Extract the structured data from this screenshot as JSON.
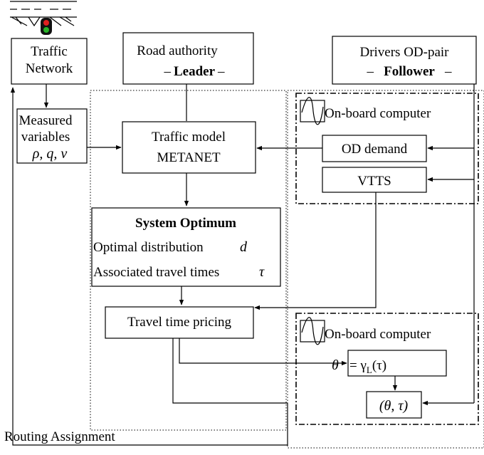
{
  "traffic_network": {
    "line1": "Traffic",
    "line2": "Network"
  },
  "road_authority": {
    "line1": "Road authority",
    "dash": "–",
    "role": "Leader"
  },
  "drivers": {
    "line1": "Drivers OD-pair",
    "dash": "–",
    "role": "Follower"
  },
  "measured": {
    "line1": "Measured",
    "line2": "variables",
    "vars": "ρ, q, v"
  },
  "traffic_model": {
    "line1": "Traffic model",
    "line2": "METANET"
  },
  "onboard_top": {
    "label": "On-board computer"
  },
  "od_demand": {
    "label": "OD demand"
  },
  "vtts": {
    "label": "VTTS"
  },
  "system_optimum": {
    "title": "System Optimum",
    "line2": "Optimal distribution",
    "var2": "d",
    "line3": "Associated travel times",
    "var3": "τ"
  },
  "travel_time_pricing": {
    "label": "Travel time pricing"
  },
  "onboard_bottom": {
    "label": "On-board computer"
  },
  "theta_eq": {
    "lhs": "θ",
    "eq": "= γ",
    "sub": "L",
    "arg": "(τ)"
  },
  "theta_pair": {
    "label": "(θ, τ)"
  },
  "routing": {
    "label": "Routing Assignment"
  }
}
